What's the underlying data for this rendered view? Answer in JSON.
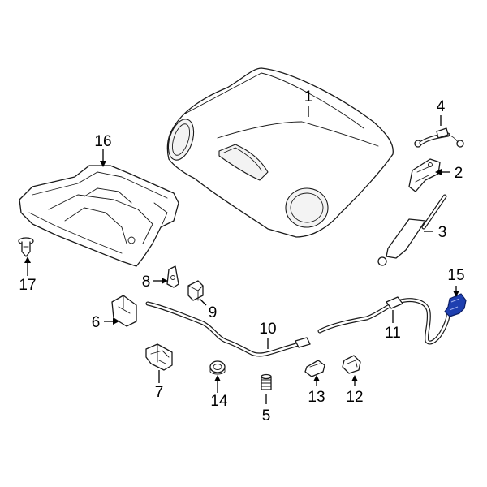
{
  "diagram": {
    "colors": {
      "line": "#1a1a1a",
      "background": "#ffffff",
      "highlight": "#1e3fb0"
    },
    "callouts": [
      {
        "id": "1",
        "text": "1",
        "part": "hood"
      },
      {
        "id": "2",
        "text": "2",
        "part": "hinge"
      },
      {
        "id": "3",
        "text": "3",
        "part": "lift-support"
      },
      {
        "id": "4",
        "text": "4",
        "part": "ground-strap"
      },
      {
        "id": "5",
        "text": "5",
        "part": "bumper"
      },
      {
        "id": "6",
        "text": "6",
        "part": "bracket"
      },
      {
        "id": "7",
        "text": "7",
        "part": "latch"
      },
      {
        "id": "8",
        "text": "8",
        "part": "guide"
      },
      {
        "id": "9",
        "text": "9",
        "part": "clip"
      },
      {
        "id": "10",
        "text": "10",
        "part": "front-release-cable"
      },
      {
        "id": "11",
        "text": "11",
        "part": "rear-release-cable"
      },
      {
        "id": "12",
        "text": "12",
        "part": "cable-clip"
      },
      {
        "id": "13",
        "text": "13",
        "part": "cable-holder"
      },
      {
        "id": "14",
        "text": "14",
        "part": "grommet"
      },
      {
        "id": "15",
        "text": "15",
        "part": "release-handle",
        "highlighted": true
      },
      {
        "id": "16",
        "text": "16",
        "part": "insulator"
      },
      {
        "id": "17",
        "text": "17",
        "part": "push-clip"
      }
    ]
  }
}
